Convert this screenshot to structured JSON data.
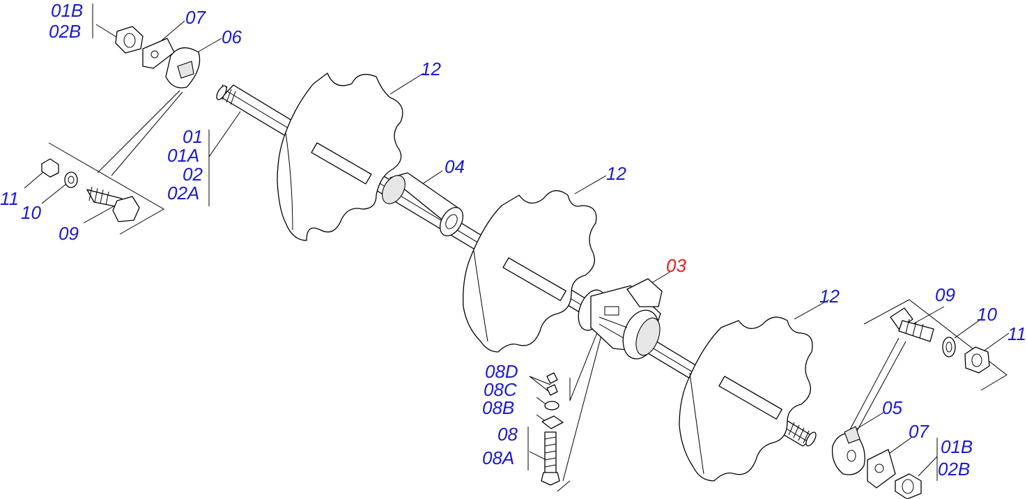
{
  "colors": {
    "label_blue": "#1a1acc",
    "label_red": "#e02020",
    "line": "#000000",
    "background": "#ffffff"
  },
  "labels": {
    "top_left_01B": "01B",
    "top_left_02B": "02B",
    "top_left_07": "07",
    "top_left_06": "06",
    "shaft_01": "01",
    "shaft_01A": "01A",
    "shaft_02": "02",
    "shaft_02A": "02A",
    "left_11": "11",
    "left_10": "10",
    "left_09": "09",
    "disc_12_a": "12",
    "spacer_04": "04",
    "disc_12_b": "12",
    "bearing_03": "03",
    "disc_12_c": "12",
    "right_09": "09",
    "right_10": "10",
    "right_11": "11",
    "right_05": "05",
    "right_07": "07",
    "right_01B": "01B",
    "right_02B": "02B",
    "bolt_08D": "08D",
    "bolt_08C": "08C",
    "bolt_08B": "08B",
    "bolt_08": "08",
    "bolt_08A": "08A"
  }
}
